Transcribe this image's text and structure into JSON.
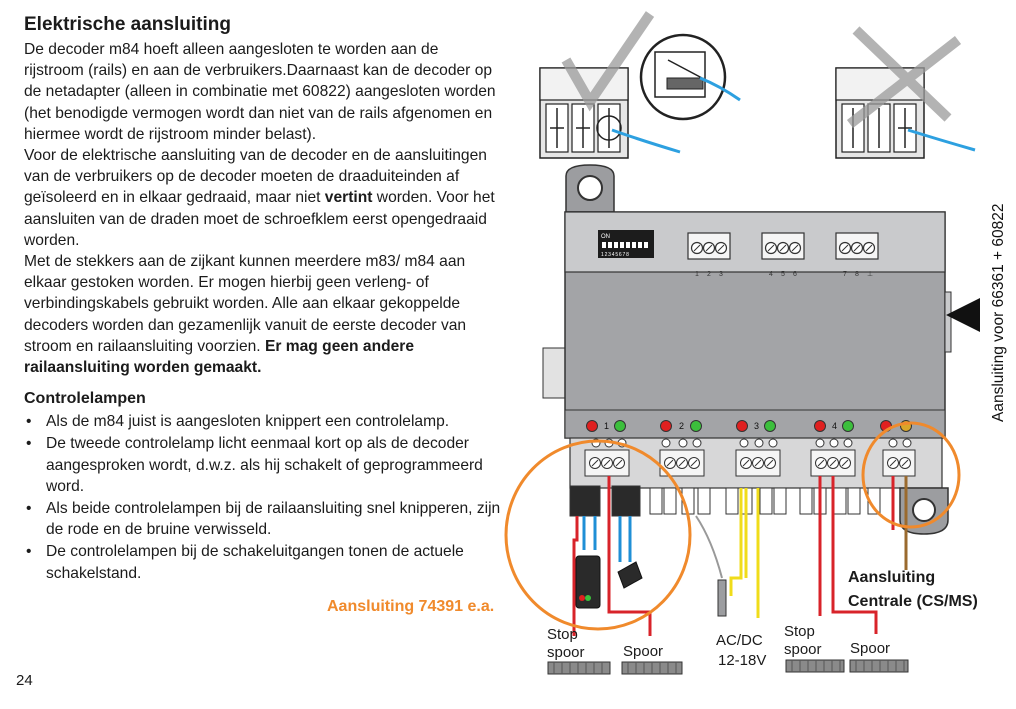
{
  "title": "Elektrische aansluiting",
  "paragraphs": [
    "De decoder m84 hoeft alleen aangesloten te worden aan de rijstroom (rails) en aan de verbruikers.Daarnaast kan de decoder op de netadapter (alleen in combinatie met 60822) aangesloten worden (het benodigde vermogen wordt dan niet van de rails afgenomen en hiermee wordt de rijstroom minder belast).",
    {
      "before": "Voor de elektrische aansluiting van de decoder en de aansluitingen van de verbruikers op de decoder moeten de draaduiteinden af geïsoleerd en in elkaar gedraaid, maar niet ",
      "bold": "vertint",
      "after": " worden. Voor het aansluiten van de draden moet de schroefklem eerst opengedraaid worden."
    },
    {
      "before": "Met de stekkers aan de zijkant kunnen meerdere m83/ m84 aan elkaar gestoken worden. Er mogen hierbij geen verleng- of verbindingskabels gebruikt worden. Alle aan elkaar gekoppelde decoders worden dan gezamenlijk vanuit de eerste decoder van stroom en railaansluiting voorzien. ",
      "bold": "Er mag geen andere railaansluiting worden gemaakt."
    }
  ],
  "subheading": "Controlelampen",
  "bullets": [
    "Als de m84 juist is aangesloten knippert een controlelamp.",
    "De tweede controlelamp licht eenmaal kort op als de decoder aangesproken wordt, d.w.z. als hij schakelt of geprogrammeerd word.",
    "Als beide controlelampen bij de railaansluiting snel knipperen, zijn de rode en de bruine verwisseld.",
    "De controlelampen bij de schakeluitgangen tonen de actuele schakelstand."
  ],
  "page_number": "24",
  "diagram": {
    "vertical_label": "Aansluiting voor 66361 + 60822",
    "dip_label": "ON",
    "dip_numbers": "12345678",
    "top_terminal_numbers": [
      "1",
      "2",
      "3",
      "4",
      "5",
      "6",
      "7",
      "8",
      "⊥"
    ],
    "led_numbers": [
      "1",
      "2",
      "3",
      "4"
    ],
    "label_74391": "Aansluiting 74391 e.a.",
    "label_centrale": [
      "Aansluiting",
      "Centrale (CS/MS)"
    ],
    "stop_spoor_1": [
      "Stop",
      "spoor"
    ],
    "spoor_1": "Spoor",
    "acdc": [
      "AC/DC",
      "12-18V"
    ],
    "stop_spoor_2": [
      "Stop",
      "spoor"
    ],
    "spoor_2": "Spoor",
    "colors": {
      "orange": "#f08a2c",
      "red": "#d8232a",
      "blue": "#1f8fd6",
      "yellow": "#f0dc1a",
      "brown": "#9a6a2e",
      "board": "#a3a4a7",
      "board_light": "#c9cacc",
      "led_red": "#e02020",
      "led_green": "#3cbf3c"
    }
  }
}
